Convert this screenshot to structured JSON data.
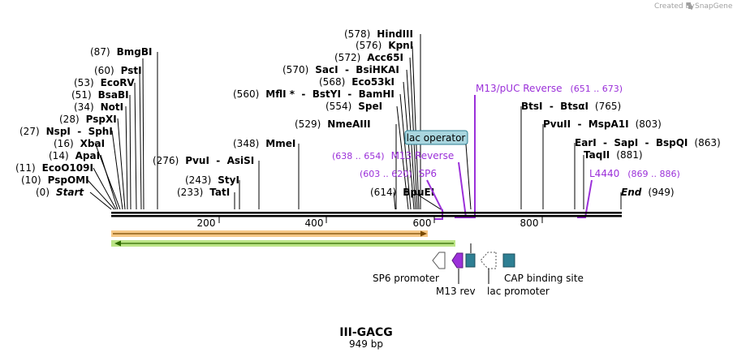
{
  "credit": "Created by",
  "brand": "SnapGene",
  "title": "III-GACG",
  "length_label": "949 bp",
  "sequence_length": 949,
  "start_label": "Start",
  "start_pos": "(0)",
  "end_label": "End",
  "end_pos": "(949)",
  "ruler_ticks": [
    "200",
    "400",
    "600",
    "800"
  ],
  "sites": [
    {
      "name": "PspOMI",
      "pos": "(10)"
    },
    {
      "name": "EcoO109I",
      "pos": "(11)"
    },
    {
      "name": "ApaI",
      "pos": "(14)"
    },
    {
      "name": "XbaI",
      "pos": "(16)"
    },
    {
      "name": "NspI  -  SphI",
      "pos": "(27)"
    },
    {
      "name": "PspXI",
      "pos": "(28)"
    },
    {
      "name": "NotI",
      "pos": "(34)"
    },
    {
      "name": "BsaBI",
      "pos": "(51)"
    },
    {
      "name": "EcoRV",
      "pos": "(53)"
    },
    {
      "name": "PstI",
      "pos": "(60)"
    },
    {
      "name": "BmgBI",
      "pos": "(87)"
    },
    {
      "name": "TatI",
      "pos": "(233)"
    },
    {
      "name": "StyI",
      "pos": "(243)"
    },
    {
      "name": "PvuI  -  AsiSI",
      "pos": "(276)"
    },
    {
      "name": "MmeI",
      "pos": "(348)"
    },
    {
      "name": "NmeAIII",
      "pos": "(529)"
    },
    {
      "name": "BpuEI",
      "pos": "(614)"
    },
    {
      "name": "SpeI",
      "pos": "(554)"
    },
    {
      "name": "MflI *  -  BstYI  -  BamHI",
      "pos": "(560)"
    },
    {
      "name": "Eco53kI",
      "pos": "(568)"
    },
    {
      "name": "SacI  -  BsiHKAI",
      "pos": "(570)"
    },
    {
      "name": "Acc65I",
      "pos": "(572)"
    },
    {
      "name": "KpnI",
      "pos": "(576)"
    },
    {
      "name": "HindIII",
      "pos": "(578)"
    },
    {
      "name": "BtsI  -  BtsαI",
      "pos": "(765)"
    },
    {
      "name": "PvuII  -  MspA1I",
      "pos": "(803)"
    },
    {
      "name": "EarI  -  SapI  -  BspQI",
      "pos": "(863)"
    },
    {
      "name": "TaqII",
      "pos": "(881)"
    }
  ],
  "primers": [
    {
      "name": "M13/pUC Reverse",
      "range": "(651 .. 673)"
    },
    {
      "name": "M13 Reverse",
      "range": "(638 .. 654)"
    },
    {
      "name": "SP6",
      "range": "(603 .. 620)"
    },
    {
      "name": "L4440",
      "range": "(869 .. 886)"
    }
  ],
  "lac_operator": "lac operator",
  "features": [
    {
      "name": "SP6 promoter"
    },
    {
      "name": "M13 rev"
    },
    {
      "name": "lac promoter"
    },
    {
      "name": "CAP binding site"
    }
  ],
  "colors": {
    "primer": "#9b30d9",
    "cap_feature": "#2e7f93",
    "lac_operator_fill": "#a9d6df",
    "orange_orf": "#f5c27a",
    "green_orf": "#b5e27a",
    "backbone": "#000000"
  }
}
